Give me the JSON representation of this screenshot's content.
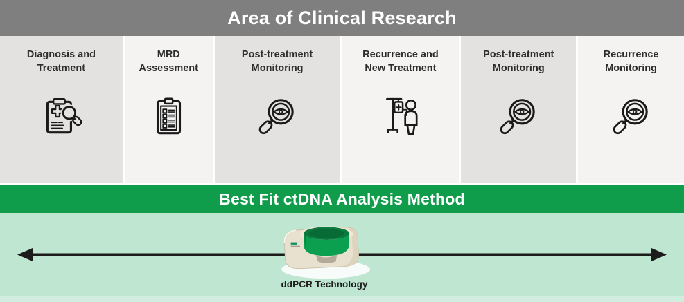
{
  "header": {
    "title": "Area of Clinical Research"
  },
  "columns": [
    {
      "id": "diagnosis-and-treatment",
      "lines": [
        "Diagnosis and",
        "Treatment"
      ],
      "icon": "medical-report-search-icon"
    },
    {
      "id": "mrd-assessment",
      "lines": [
        "MRD",
        "Assessment"
      ],
      "icon": "checklist-clipboard-icon"
    },
    {
      "id": "post-treatment-monitoring-1",
      "lines": [
        "Post-treatment",
        "Monitoring"
      ],
      "icon": "magnifier-eye-icon"
    },
    {
      "id": "recurrence-and-new-treatment",
      "lines": [
        "Recurrence and",
        "New Treatment"
      ],
      "icon": "iv-drip-patient-icon"
    },
    {
      "id": "post-treatment-monitoring-2",
      "lines": [
        "Post-treatment",
        "Monitoring"
      ],
      "icon": "magnifier-eye-icon"
    },
    {
      "id": "recurrence-monitoring",
      "lines": [
        "Recurrence",
        "Monitoring"
      ],
      "icon": "magnifier-eye-icon"
    }
  ],
  "band": {
    "title": "Best Fit ctDNA Analysis Method"
  },
  "timeline": {
    "method_label": "ddPCR Technology",
    "arrow": "double-headed-horizontal"
  },
  "colors": {
    "header_bg": "#7f7f7f",
    "column_dark": "#e3e2e1",
    "column_light": "#f4f3f2",
    "band_green": "#0f9d4c",
    "mint_bg": "#bee6d1",
    "arrow_black": "#1c1c1c",
    "icon_stroke": "#1a1a1a",
    "title_dark": "#2d2d2d",
    "machine_beige": "#e9e1cf",
    "machine_green": "#0aa04f"
  }
}
